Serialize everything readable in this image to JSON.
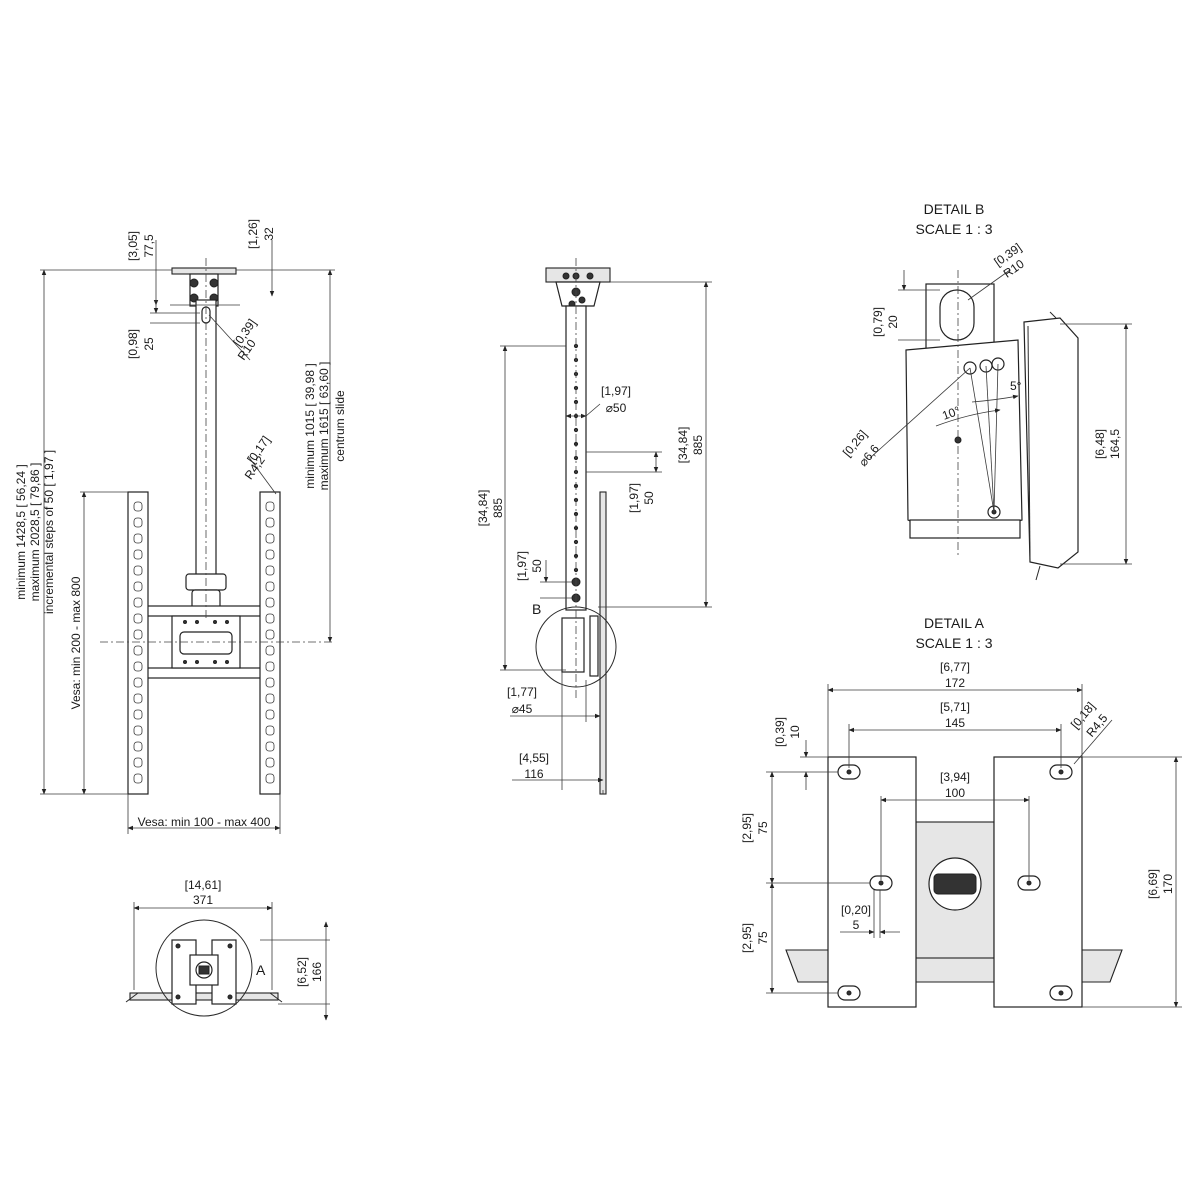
{
  "front_view": {
    "dim_top_left": {
      "imperial": "[3,05]",
      "metric": "77,5"
    },
    "dim_top_right": {
      "imperial": "[1,26]",
      "metric": "32"
    },
    "dim_slot": {
      "imperial": "[0,98]",
      "metric": "25"
    },
    "dim_slot_radius": {
      "imperial": "[0,39]",
      "metric": "R10"
    },
    "height_total": {
      "line1": "minimum 1428,5 [ 56,24 ]",
      "line2": "maximum 2028,5 [ 79,86 ]",
      "line3": "incremental steps of 50 [ 1,97 ]"
    },
    "vesa_vertical": "Vesa: min 200 - max 800",
    "height_center": {
      "line1": "minimum 1015 [ 39,98 ]",
      "line2": "maximum 1615 [ 63,60 ]",
      "line3": "centrum slide"
    },
    "dim_corner_radius": {
      "imperial": "[0,17]",
      "metric": "R4,2"
    },
    "vesa_horizontal": "Vesa: min 100 - max 400"
  },
  "side_view": {
    "dim_pipe": {
      "imperial": "[1,97]",
      "metric": "⌀50"
    },
    "dim_length_right": {
      "imperial": "[34,84]",
      "metric": "885"
    },
    "dim_step": {
      "imperial": "[1,97]",
      "metric": "50"
    },
    "dim_length_left": {
      "imperial": "[34,84]",
      "metric": "885"
    },
    "dim_step_left": {
      "imperial": "[1,97]",
      "metric": "50"
    },
    "detail_marker": "B",
    "dim_clamp": {
      "imperial": "[1,77]",
      "metric": "⌀45"
    },
    "dim_depth": {
      "imperial": "[4,55]",
      "metric": "116"
    }
  },
  "top_view": {
    "dim_width": {
      "imperial": "[14,61]",
      "metric": "371"
    },
    "dim_height": {
      "imperial": "[6,52]",
      "metric": "166"
    },
    "detail_marker": "A"
  },
  "detail_b": {
    "title": "DETAIL B",
    "scale": "SCALE 1 : 3",
    "dim_radius": {
      "imperial": "[0,39]",
      "metric": "R10"
    },
    "dim_slot": {
      "imperial": "[0,79]",
      "metric": "20"
    },
    "dim_hole": {
      "imperial": "[0,26]",
      "metric": "⌀6,6"
    },
    "angle_small": "5°",
    "angle_large": "10°",
    "dim_height": {
      "imperial": "[6,48]",
      "metric": "164,5"
    }
  },
  "detail_a": {
    "title": "DETAIL A",
    "scale": "SCALE 1 : 3",
    "dim_outer": {
      "imperial": "[6,77]",
      "metric": "172"
    },
    "dim_inner": {
      "imperial": "[5,71]",
      "metric": "145"
    },
    "dim_top_offset": {
      "imperial": "[0,39]",
      "metric": "10"
    },
    "dim_corner": {
      "imperial": "[0,18]",
      "metric": "R4,5"
    },
    "dim_center": {
      "imperial": "[3,94]",
      "metric": "100"
    },
    "dim_upper": {
      "imperial": "[2,95]",
      "metric": "75"
    },
    "dim_height": {
      "imperial": "[6,69]",
      "metric": "170"
    },
    "dim_slot": {
      "imperial": "[0,20]",
      "metric": "5"
    },
    "dim_lower": {
      "imperial": "[2,95]",
      "metric": "75"
    }
  }
}
